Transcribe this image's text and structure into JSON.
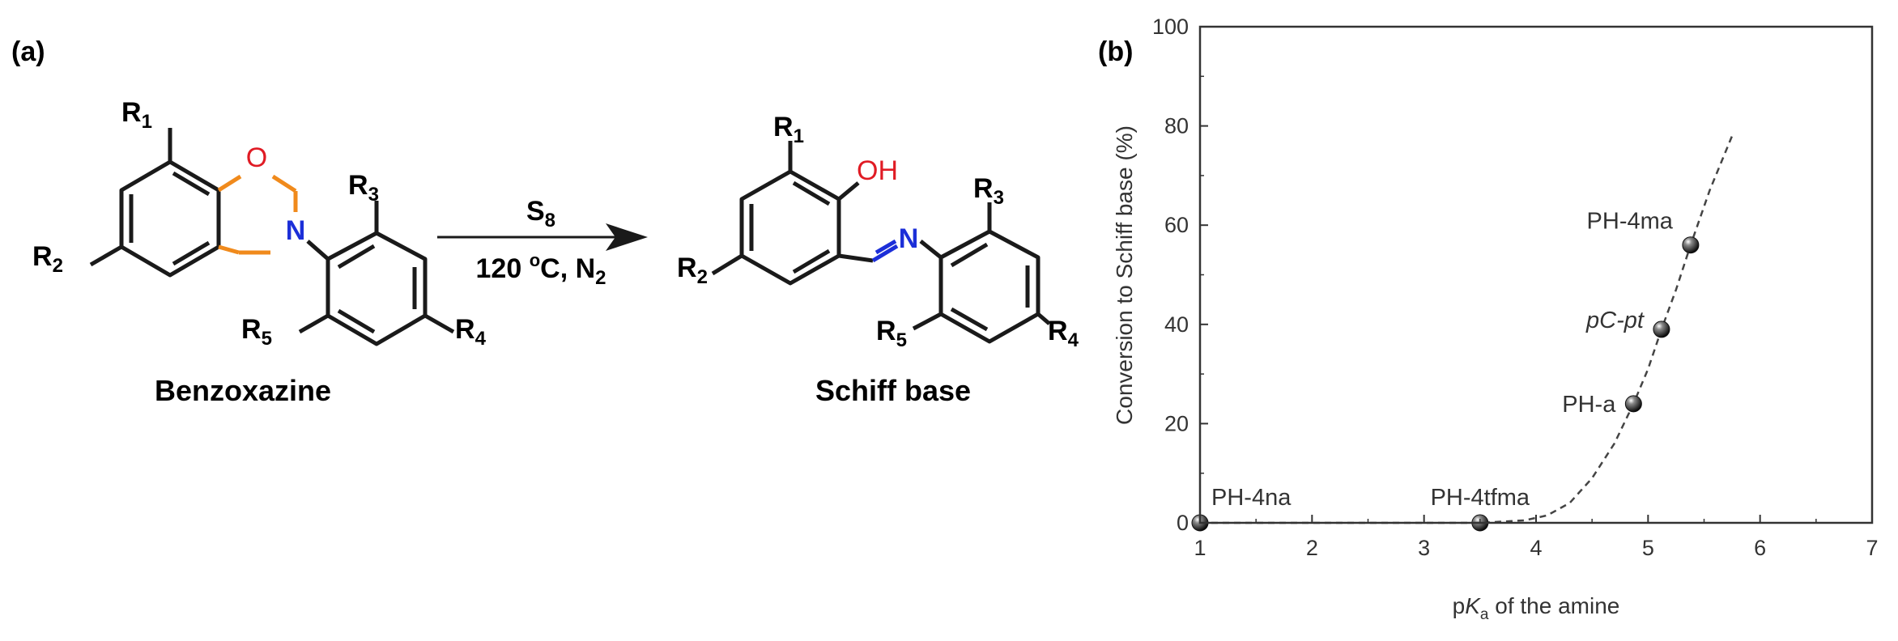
{
  "panel_a": {
    "label": "(a)",
    "reactant": {
      "name": "Benzoxazine",
      "atoms": {
        "o": "O",
        "n": "N"
      },
      "substituents": {
        "r1": "R1",
        "r2": "R2",
        "r3": "R3",
        "r4": "R4",
        "r5": "R5"
      }
    },
    "arrow": {
      "reagent_main": "S",
      "reagent_sub": "8",
      "conditions_temp": "120 ",
      "conditions_deg": "o",
      "conditions_rest": "C, N",
      "conditions_sub": "2"
    },
    "product": {
      "name": "Schiff base",
      "atoms": {
        "oh": "OH",
        "n": "N"
      },
      "substituents": {
        "r1": "R1",
        "r2": "R2",
        "r3": "R3",
        "r4": "R4",
        "r5": "R5"
      }
    },
    "colors": {
      "oxygen": "#e01b24",
      "nitrogen": "#1c2fd8",
      "ring": "#f08a1c",
      "bond": "#1a1a1a"
    }
  },
  "panel_b": {
    "label": "(b)"
  },
  "chart_data": {
    "type": "scatter",
    "xlabel_pre": "p",
    "xlabel_k": "K",
    "xlabel_sub": "a",
    "xlabel_post": " of the amine",
    "ylabel": "Conversion to Schiff base (%)",
    "xlim": [
      1,
      7
    ],
    "ylim": [
      0,
      100
    ],
    "xticks": [
      1,
      2,
      3,
      4,
      5,
      6,
      7
    ],
    "yticks": [
      0,
      20,
      40,
      60,
      80,
      100
    ],
    "grid": false,
    "points": [
      {
        "label": "PH-4na",
        "italic": false,
        "x": 1.0,
        "y": 0
      },
      {
        "label": "PH-4tfma",
        "italic": false,
        "x": 3.5,
        "y": 0
      },
      {
        "label": "PH-a",
        "italic": false,
        "x": 4.87,
        "y": 24
      },
      {
        "label": "pC-pt",
        "italic": true,
        "x": 5.12,
        "y": 39
      },
      {
        "label": "PH-4ma",
        "italic": false,
        "x": 5.38,
        "y": 56
      }
    ],
    "trend": {
      "style": "dashed",
      "x": [
        1.0,
        3.5,
        3.9,
        4.1,
        4.3,
        4.5,
        4.7,
        4.87,
        5.0,
        5.12,
        5.25,
        5.38,
        5.55,
        5.75
      ],
      "y": [
        0,
        0,
        0.5,
        1.5,
        4,
        9,
        16,
        24,
        31,
        39,
        47,
        56,
        67,
        78
      ]
    }
  }
}
